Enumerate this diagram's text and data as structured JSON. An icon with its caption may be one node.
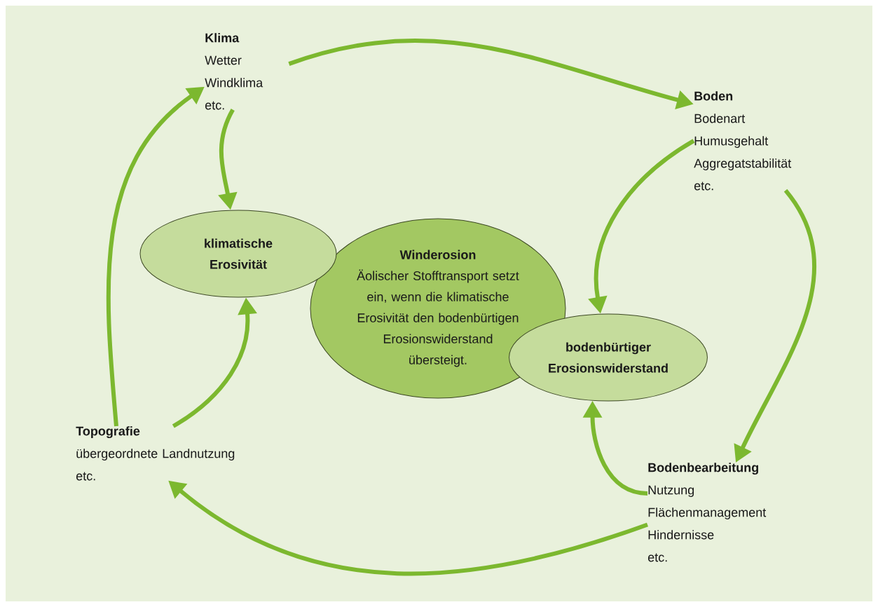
{
  "diagram": {
    "nodes": [
      {
        "text": [
          "Klima",
          "Wetter Windklima etc."
        ]
      },
      {
        "text": [
          "Boden",
          "Bodenart Humusgehalt Aggregatstabilität etc."
        ]
      },
      {
        "text": [
          "klimatische Erosivität"
        ]
      },
      {
        "text": [
          "Winderosion",
          "Äolischer Stofftransport setzt ein, wenn die klimatische Erosivität den bodenbürtigen Erosionswiderstand übersteigt."
        ]
      },
      {
        "text": [
          "bodenbürtiger Erosionswiderstand"
        ]
      },
      {
        "text": [
          "Topografie",
          "übergeordnete Landnutzung etc."
        ]
      },
      {
        "text": [
          "Bodenbearbeitung",
          "Nutzung Flächenmanagement Hindernisse etc."
        ]
      }
    ],
    "edges": [
      {
        "from": 0,
        "to": 1,
        "arrow": "to"
      },
      {
        "from": 1,
        "to": 6,
        "arrow": "to"
      },
      {
        "from": 6,
        "to": 5,
        "arrow": "to"
      },
      {
        "from": 5,
        "to": 0,
        "arrow": "to"
      },
      {
        "from": 0,
        "to": 2,
        "arrow": "to"
      },
      {
        "from": 5,
        "to": 2,
        "arrow": "to"
      },
      {
        "from": 1,
        "to": 4,
        "arrow": "to"
      },
      {
        "from": 6,
        "to": 4,
        "arrow": "to"
      }
    ]
  }
}
